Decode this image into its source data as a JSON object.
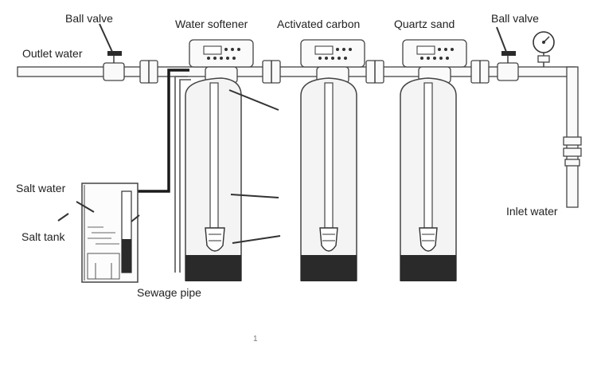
{
  "labels": {
    "ball_valve_left": "Ball valve",
    "outlet_water": "Outlet water",
    "water_softener": "Water softener",
    "activated_carbon": "Activated carbon",
    "quartz_sand": "Quartz sand",
    "ball_valve_right": "Ball valve",
    "salt_water": "Salt water",
    "salt_tank": "Salt tank",
    "inlet_water": "Inlet water",
    "sewage_pipe": "Sewage pipe",
    "page_mark": "1"
  }
}
